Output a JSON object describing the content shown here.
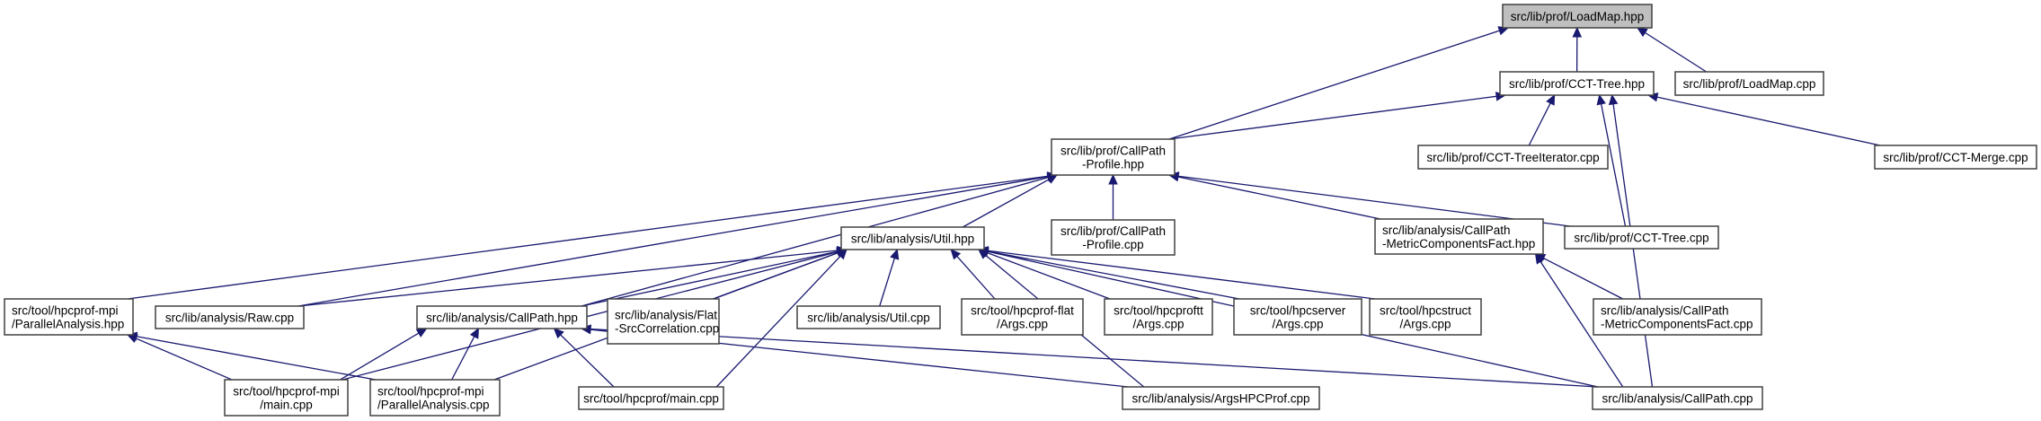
{
  "graph": {
    "title": "Include dependency graph for src/lib/prof/LoadMap.hpp",
    "root": "loadmap_hpp",
    "colors": {
      "edge": "#191970",
      "root_fill": "#bfbfbf",
      "node_fill": "#ffffff",
      "border": "#404040"
    },
    "nodes": [
      {
        "id": "loadmap_hpp",
        "lines": [
          "src/lib/prof/LoadMap.hpp"
        ]
      },
      {
        "id": "cct_tree_hpp",
        "lines": [
          "src/lib/prof/CCT-Tree.hpp"
        ]
      },
      {
        "id": "loadmap_cpp",
        "lines": [
          "src/lib/prof/LoadMap.cpp"
        ]
      },
      {
        "id": "callpath_profile_hpp",
        "lines": [
          "src/lib/prof/CallPath",
          "-Profile.hpp"
        ]
      },
      {
        "id": "cct_treeiterator_cpp",
        "lines": [
          "src/lib/prof/CCT-TreeIterator.cpp"
        ]
      },
      {
        "id": "cct_merge_cpp",
        "lines": [
          "src/lib/prof/CCT-Merge.cpp"
        ]
      },
      {
        "id": "util_hpp",
        "lines": [
          "src/lib/analysis/Util.hpp"
        ]
      },
      {
        "id": "callpath_profile_cpp",
        "lines": [
          "src/lib/prof/CallPath",
          "-Profile.cpp"
        ]
      },
      {
        "id": "mcf_hpp",
        "lines": [
          "src/lib/analysis/CallPath",
          "-MetricComponentsFact.hpp"
        ]
      },
      {
        "id": "cct_tree_cpp",
        "lines": [
          "src/lib/prof/CCT-Tree.cpp"
        ]
      },
      {
        "id": "parallel_analysis_hpp",
        "lines": [
          "src/tool/hpcprof-mpi",
          "/ParallelAnalysis.hpp"
        ]
      },
      {
        "id": "raw_cpp",
        "lines": [
          "src/lib/analysis/Raw.cpp"
        ]
      },
      {
        "id": "callpath_hpp",
        "lines": [
          "src/lib/analysis/CallPath.hpp"
        ]
      },
      {
        "id": "flat_srccorr_cpp",
        "lines": [
          "src/lib/analysis/Flat",
          "-SrcCorrelation.cpp"
        ]
      },
      {
        "id": "util_cpp",
        "lines": [
          "src/lib/analysis/Util.cpp"
        ]
      },
      {
        "id": "hpcprof_flat_args",
        "lines": [
          "src/tool/hpcprof-flat",
          "/Args.cpp"
        ]
      },
      {
        "id": "hpcproftt_args",
        "lines": [
          "src/tool/hpcproftt",
          "/Args.cpp"
        ]
      },
      {
        "id": "hpcserver_args",
        "lines": [
          "src/tool/hpcserver",
          "/Args.cpp"
        ]
      },
      {
        "id": "hpcstruct_args",
        "lines": [
          "src/tool/hpcstruct",
          "/Args.cpp"
        ]
      },
      {
        "id": "mcf_cpp",
        "lines": [
          "src/lib/analysis/CallPath",
          "-MetricComponentsFact.cpp"
        ]
      },
      {
        "id": "mpi_main_cpp",
        "lines": [
          "src/tool/hpcprof-mpi",
          "/main.cpp"
        ]
      },
      {
        "id": "parallel_analysis_cpp",
        "lines": [
          "src/tool/hpcprof-mpi",
          "/ParallelAnalysis.cpp"
        ]
      },
      {
        "id": "hpcprof_main_cpp",
        "lines": [
          "src/tool/hpcprof/main.cpp"
        ]
      },
      {
        "id": "argshpcprof_cpp",
        "lines": [
          "src/lib/analysis/ArgsHPCProf.cpp"
        ]
      },
      {
        "id": "callpath_cpp",
        "lines": [
          "src/lib/analysis/CallPath.cpp"
        ]
      }
    ],
    "edges": [
      {
        "from": "callpath_profile_hpp",
        "to": "loadmap_hpp"
      },
      {
        "from": "cct_tree_hpp",
        "to": "loadmap_hpp"
      },
      {
        "from": "loadmap_cpp",
        "to": "loadmap_hpp"
      },
      {
        "from": "callpath_profile_hpp",
        "to": "cct_tree_hpp"
      },
      {
        "from": "cct_treeiterator_cpp",
        "to": "cct_tree_hpp"
      },
      {
        "from": "cct_tree_cpp",
        "to": "cct_tree_hpp"
      },
      {
        "from": "callpath_cpp",
        "to": "cct_tree_hpp"
      },
      {
        "from": "cct_merge_cpp",
        "to": "cct_tree_hpp"
      },
      {
        "from": "parallel_analysis_hpp",
        "to": "callpath_profile_hpp"
      },
      {
        "from": "raw_cpp",
        "to": "callpath_profile_hpp"
      },
      {
        "from": "callpath_hpp",
        "to": "callpath_profile_hpp"
      },
      {
        "from": "util_hpp",
        "to": "callpath_profile_hpp"
      },
      {
        "from": "callpath_profile_cpp",
        "to": "callpath_profile_hpp"
      },
      {
        "from": "mcf_hpp",
        "to": "callpath_profile_hpp"
      },
      {
        "from": "cct_tree_cpp",
        "to": "callpath_profile_hpp"
      },
      {
        "from": "raw_cpp",
        "to": "util_hpp"
      },
      {
        "from": "callpath_hpp",
        "to": "util_hpp"
      },
      {
        "from": "flat_srccorr_cpp",
        "to": "util_hpp"
      },
      {
        "from": "util_cpp",
        "to": "util_hpp"
      },
      {
        "from": "hpcprof_flat_args",
        "to": "util_hpp"
      },
      {
        "from": "hpcproftt_args",
        "to": "util_hpp"
      },
      {
        "from": "hpcserver_args",
        "to": "util_hpp"
      },
      {
        "from": "hpcstruct_args",
        "to": "util_hpp"
      },
      {
        "from": "mpi_main_cpp",
        "to": "util_hpp"
      },
      {
        "from": "parallel_analysis_cpp",
        "to": "util_hpp"
      },
      {
        "from": "hpcprof_main_cpp",
        "to": "util_hpp"
      },
      {
        "from": "argshpcprof_cpp",
        "to": "util_hpp"
      },
      {
        "from": "callpath_cpp",
        "to": "util_hpp"
      },
      {
        "from": "mcf_cpp",
        "to": "mcf_hpp"
      },
      {
        "from": "callpath_cpp",
        "to": "mcf_hpp"
      },
      {
        "from": "mpi_main_cpp",
        "to": "parallel_analysis_hpp"
      },
      {
        "from": "parallel_analysis_cpp",
        "to": "parallel_analysis_hpp"
      },
      {
        "from": "mpi_main_cpp",
        "to": "callpath_hpp"
      },
      {
        "from": "parallel_analysis_cpp",
        "to": "callpath_hpp"
      },
      {
        "from": "hpcprof_main_cpp",
        "to": "callpath_hpp"
      },
      {
        "from": "argshpcprof_cpp",
        "to": "callpath_hpp"
      },
      {
        "from": "callpath_cpp",
        "to": "callpath_hpp"
      }
    ]
  }
}
